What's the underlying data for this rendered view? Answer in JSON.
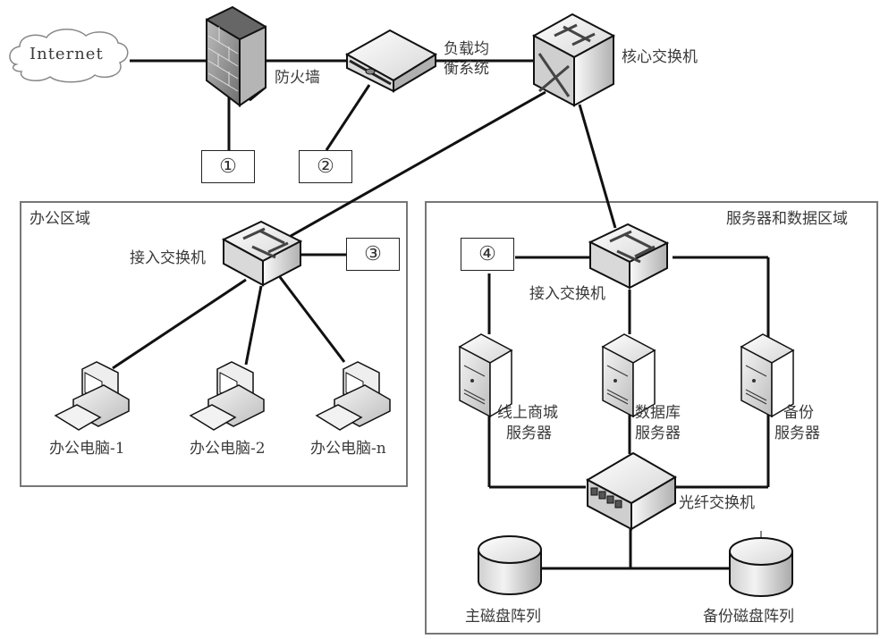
{
  "nodes": {
    "internet": "Internet",
    "firewall": "防火墙",
    "load_balancer_line1": "负载均",
    "load_balancer_line2": "衡系统",
    "core_switch": "核心交换机",
    "office_access_switch": "接入交换机",
    "server_access_switch": "接入交换机",
    "pcs": [
      "办公电脑-1",
      "办公电脑-2",
      "办公电脑-n"
    ],
    "servers": [
      {
        "line1": "线上商城",
        "line2": "服务器"
      },
      {
        "line1": "数据库",
        "line2": "服务器"
      },
      {
        "line1": "备份",
        "line2": "服务器"
      }
    ],
    "fiber_switch": "光纤交换机",
    "main_disk_array": "主磁盘阵列",
    "backup_disk_array": "备份磁盘阵列"
  },
  "zones": {
    "office": "办公区域",
    "server": "服务器和数据区域"
  },
  "markers": [
    "①",
    "②",
    "③",
    "④"
  ]
}
